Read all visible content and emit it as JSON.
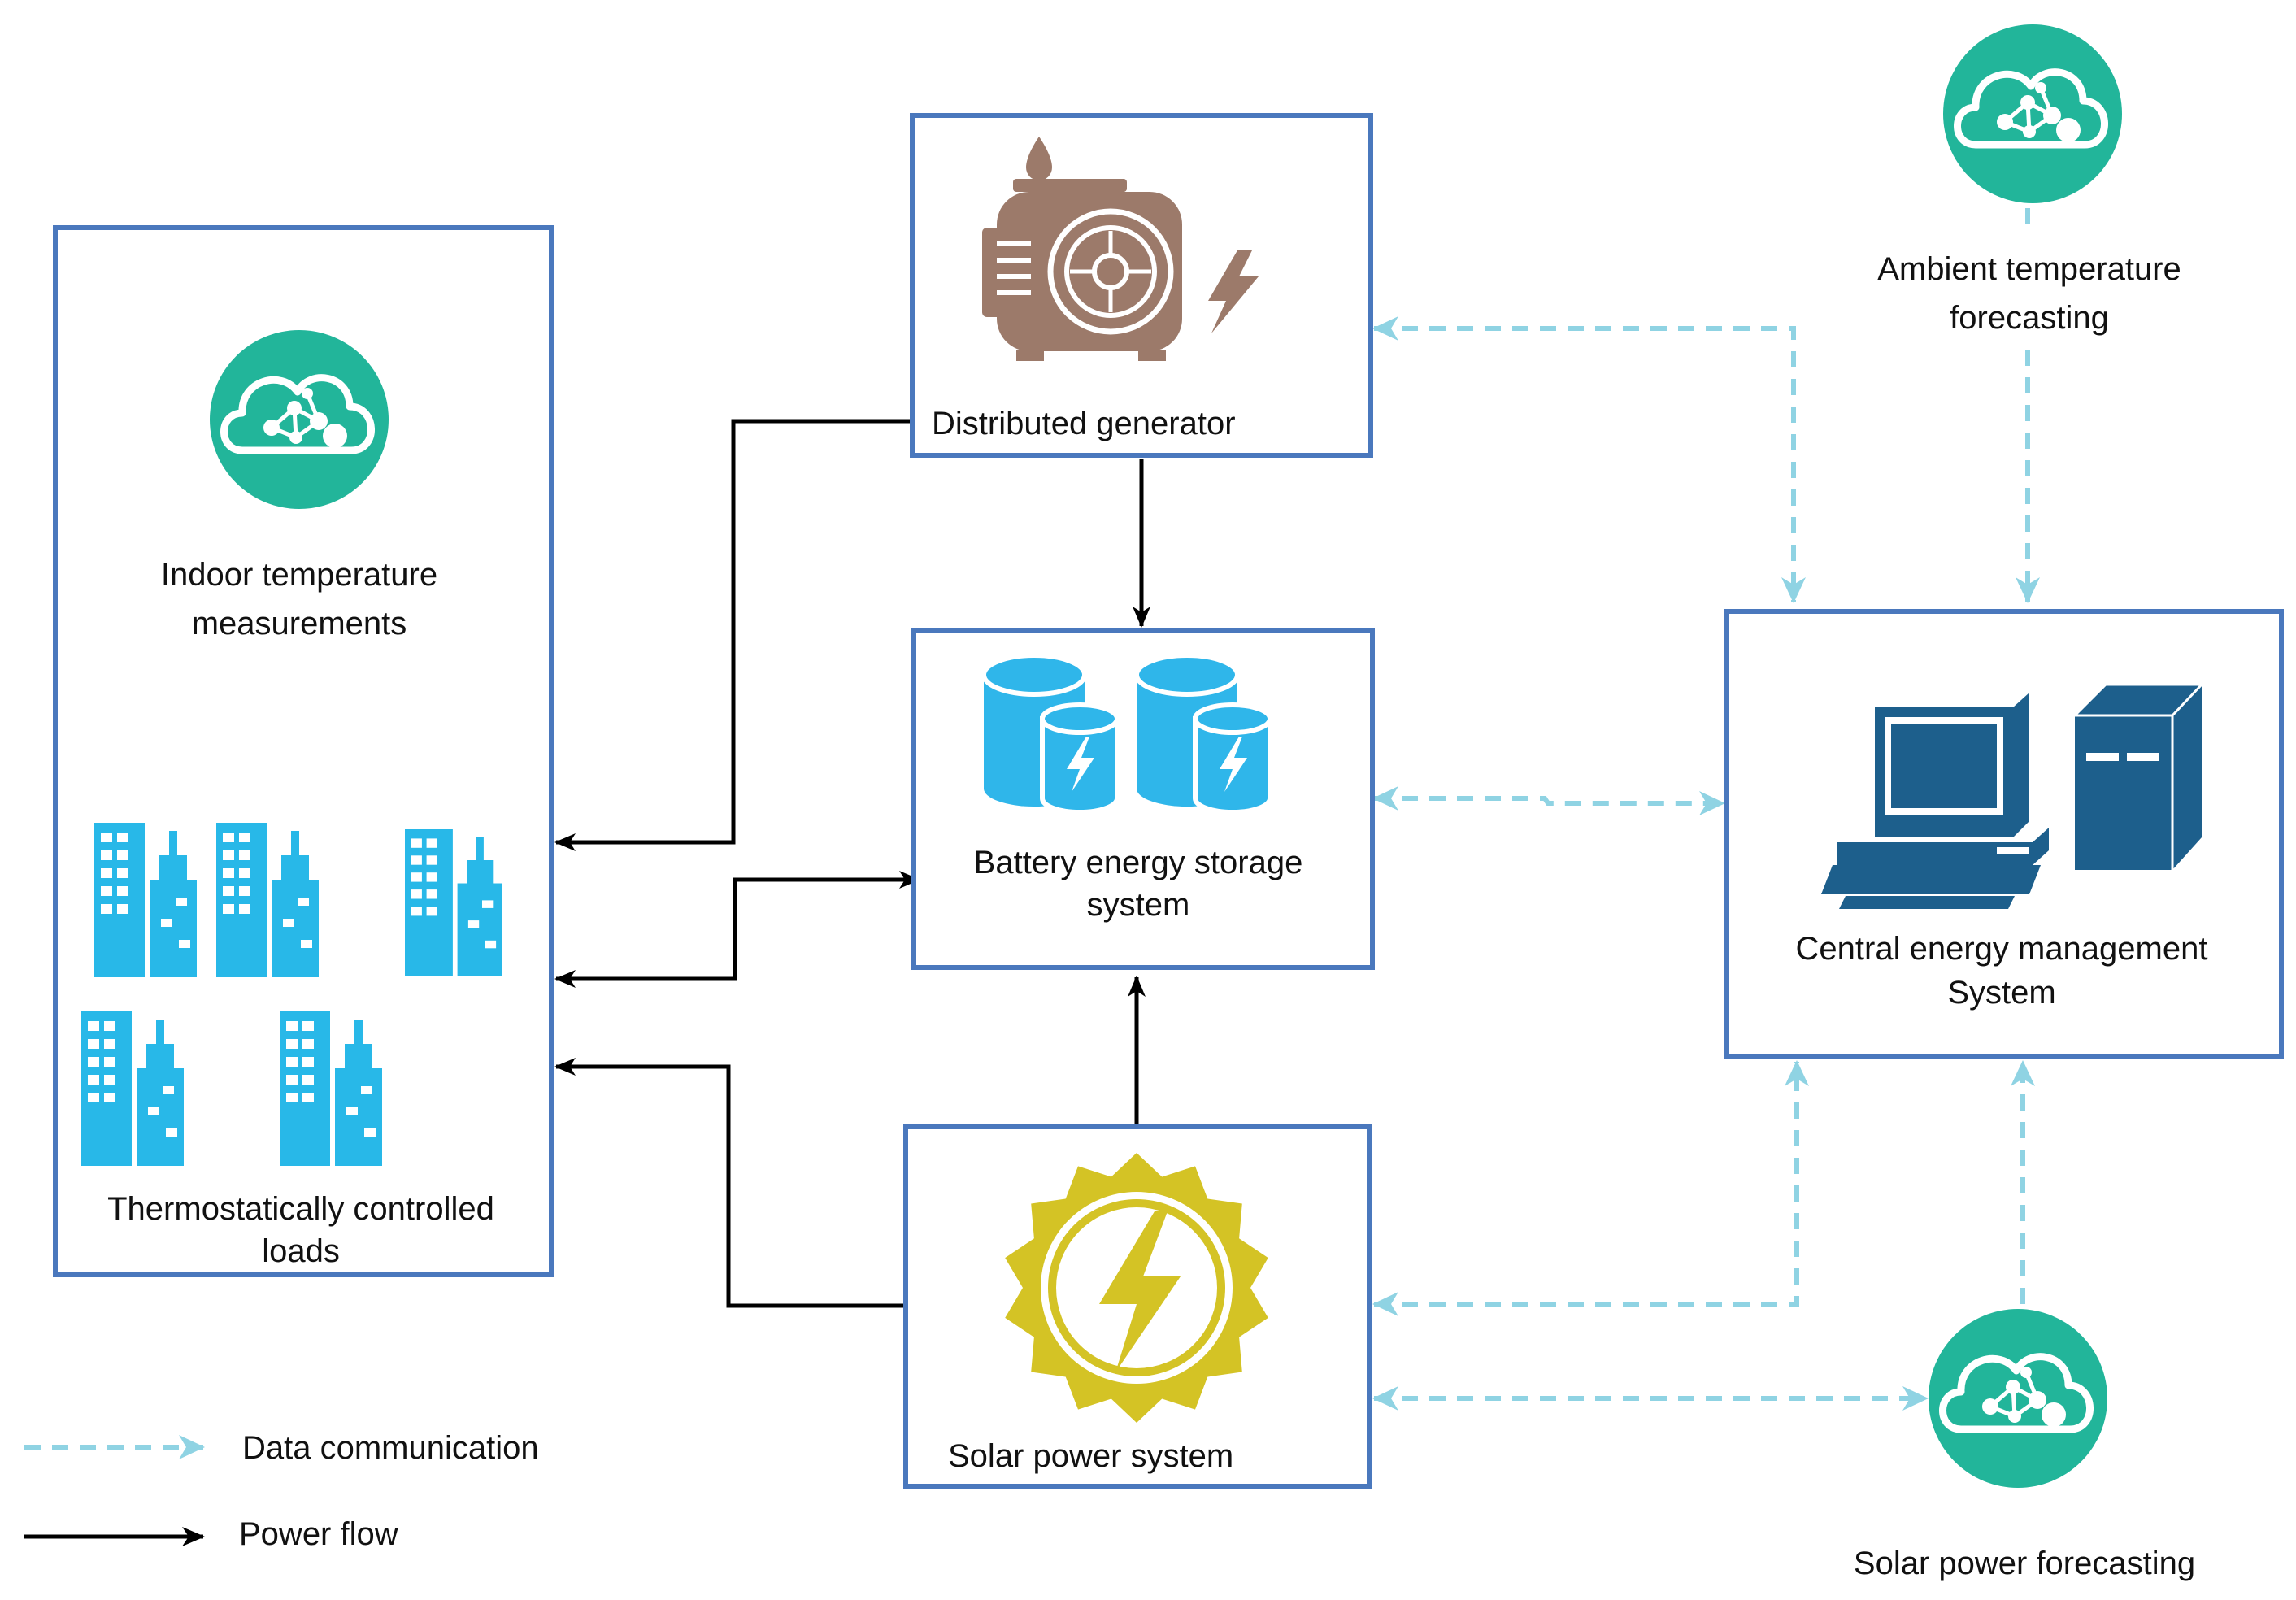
{
  "nodes": {
    "loads_box": {
      "indoor_label": [
        "Indoor temperature",
        "measurements"
      ],
      "loads_label": [
        "Thermostatically controlled",
        "loads"
      ]
    },
    "generator": {
      "label": "Distributed generator"
    },
    "battery": {
      "label": [
        "Battery energy storage",
        "system"
      ]
    },
    "solar": {
      "label": "Solar power system"
    },
    "cems": {
      "label": [
        "Central energy management",
        "System"
      ]
    },
    "ambient_forecast": {
      "label": [
        "Ambient temperature",
        "forecasting"
      ]
    },
    "solar_forecast": {
      "label": "Solar power forecasting"
    }
  },
  "legend": {
    "data_label": "Data communication",
    "power_label": "Power flow"
  },
  "colors": {
    "box_border": "#4a78bd",
    "cloud_green": "#22b59a",
    "building_blue": "#28b8e8",
    "generator_brown": "#9c7a6a",
    "battery_blue": "#2fb6ea",
    "sun_yellow": "#d4c325",
    "computer_blue": "#1d5f8c",
    "data_line": "#8fd3e3",
    "power_line": "#000000"
  },
  "icons": [
    "cloud-network-icon",
    "building-icon",
    "generator-icon",
    "battery-icon",
    "sun-icon",
    "computer-icon"
  ]
}
